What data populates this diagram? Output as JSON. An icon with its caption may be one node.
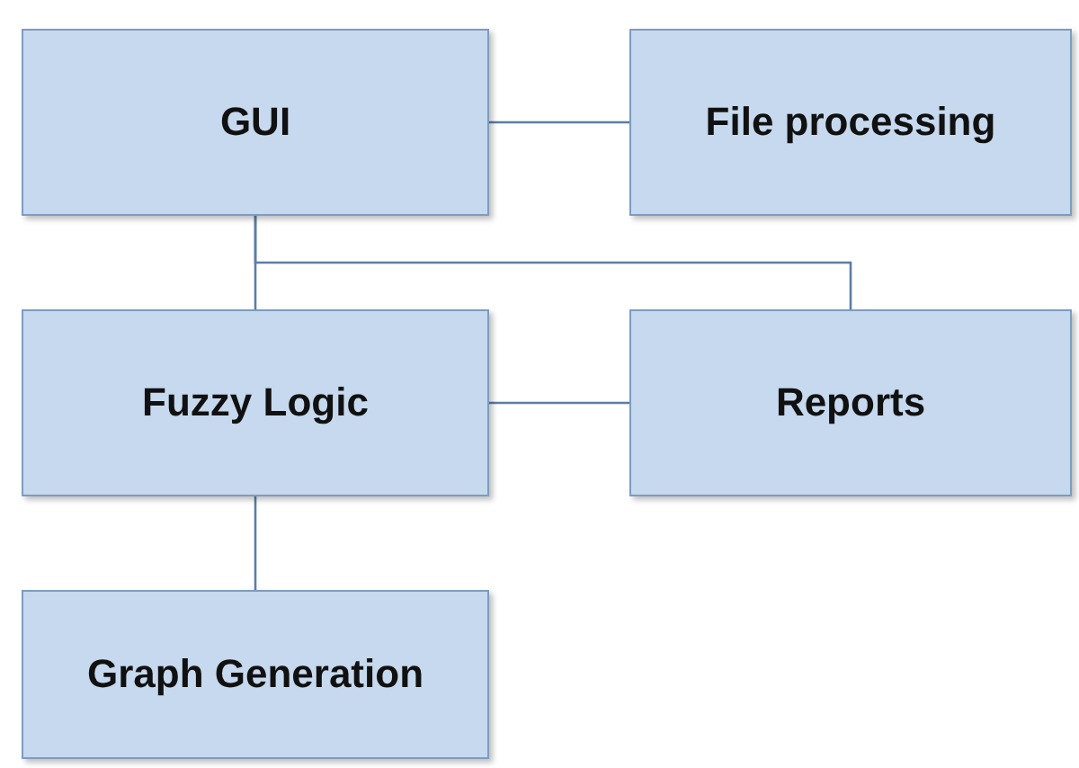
{
  "diagram": {
    "nodes": [
      {
        "text": [
          "GUI"
        ]
      },
      {
        "text": [
          "File processing"
        ]
      },
      {
        "text": [
          "Fuzzy Logic"
        ]
      },
      {
        "text": [
          "Reports"
        ]
      },
      {
        "text": [
          "Graph Generation"
        ]
      }
    ],
    "edges": [
      {
        "from": 0,
        "to": 1,
        "arrow": "none"
      },
      {
        "from": 0,
        "to": 2,
        "arrow": "none"
      },
      {
        "from": 0,
        "to": 3,
        "arrow": "none"
      },
      {
        "from": 2,
        "to": 3,
        "arrow": "none"
      },
      {
        "from": 2,
        "to": 4,
        "arrow": "none"
      }
    ]
  }
}
